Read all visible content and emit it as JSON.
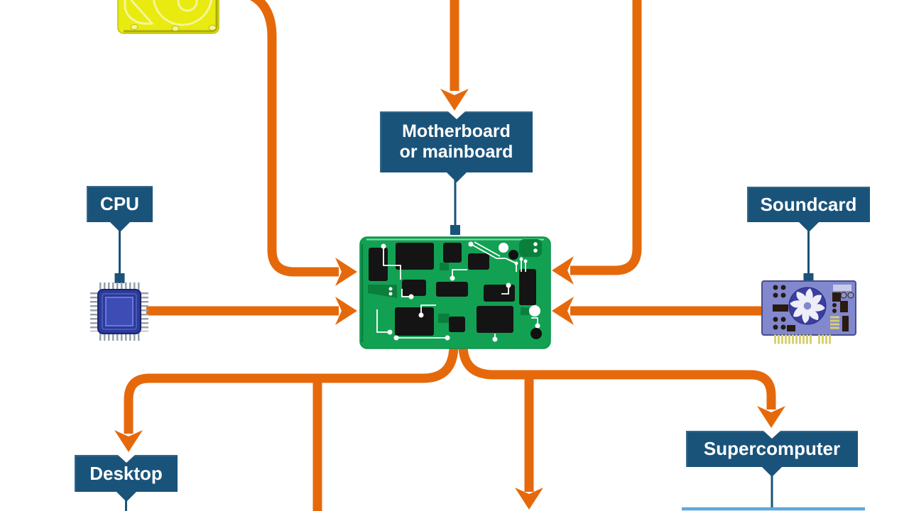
{
  "diagram": {
    "labels": {
      "motherboard": "Motherboard\nor mainboard",
      "cpu": "CPU",
      "soundcard": "Soundcard",
      "desktop": "Desktop",
      "supercomputer": "Supercomputer"
    },
    "icons": [
      "hard-drive-icon",
      "motherboard-image",
      "cpu-chip-icon",
      "soundcard-icon"
    ],
    "colors": {
      "orange": "#E5690B",
      "teal": "#1A537A",
      "board-green": "#12A153",
      "board-dark": "#0A7F3C",
      "hdd-yellow": "#E9EA10",
      "cpu-blue": "#2B3A9B",
      "card-purple": "#8288CE",
      "light-blue": "#5FA8DC"
    }
  }
}
